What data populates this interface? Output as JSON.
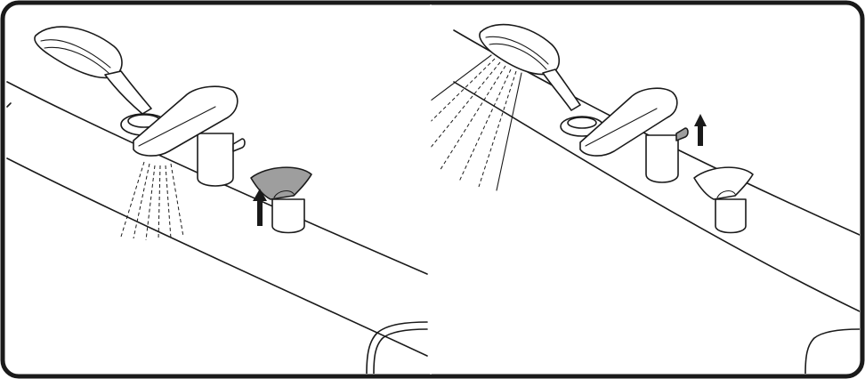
{
  "panels": [
    {
      "name": "left",
      "active_control": "diverter-lever",
      "water_output": "spout"
    },
    {
      "name": "right",
      "active_control": "diverter-knob",
      "water_output": "hand-shower"
    }
  ],
  "colors": {
    "outline": "#1a1a1a",
    "highlight": "#9e9e9e",
    "background": "#ffffff"
  },
  "icons": [
    "up-arrow-icon",
    "water-spray-icon"
  ]
}
